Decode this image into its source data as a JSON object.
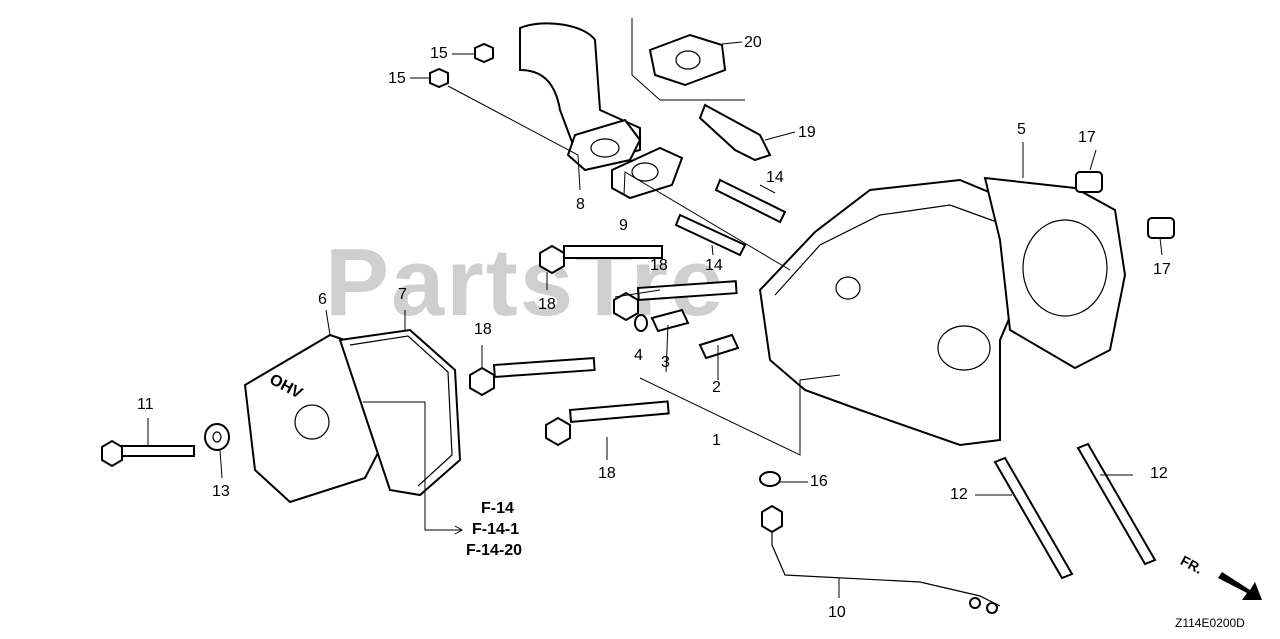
{
  "watermark": "PartsTre",
  "diagram_code": "Z114E0200D",
  "direction_marker": "FR.",
  "reference_pages": [
    "F-14",
    "F-14-1",
    "F-14-20"
  ],
  "cover_embossing": "OHV",
  "callouts": {
    "c1": "1",
    "c2": "2",
    "c3": "3",
    "c4": "4",
    "c5": "5",
    "c6": "6",
    "c7": "7",
    "c8": "8",
    "c9": "9",
    "c10": "10",
    "c11": "11",
    "c12a": "12",
    "c12b": "12",
    "c13": "13",
    "c14a": "14",
    "c14b": "14",
    "c15a": "15",
    "c15b": "15",
    "c16": "16",
    "c17a": "17",
    "c17b": "17",
    "c18a": "18",
    "c18b": "18",
    "c18c": "18",
    "c18d": "18",
    "c19": "19",
    "c20": "20"
  }
}
